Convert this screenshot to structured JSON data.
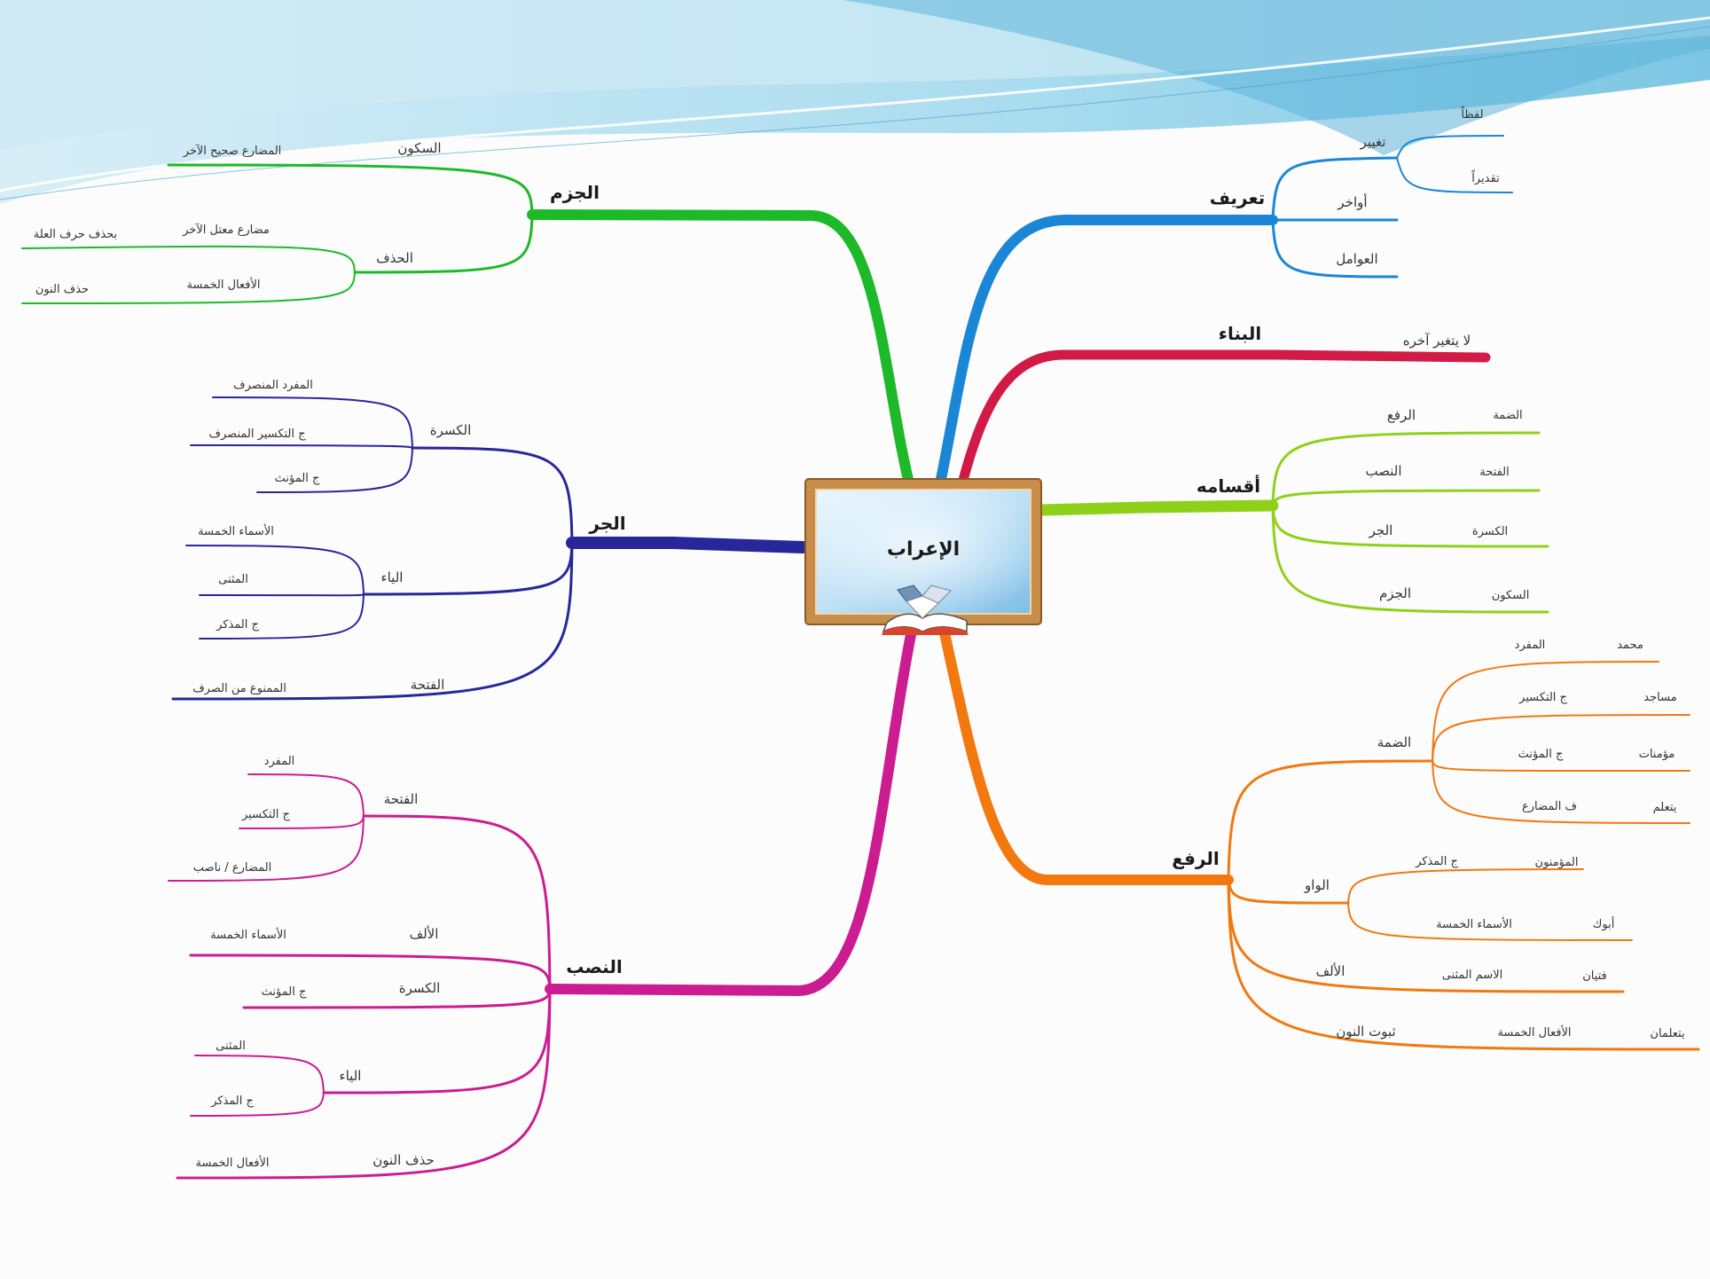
{
  "diagram": {
    "center": "الإعراب",
    "colors": {
      "tarif": "#1b86d6",
      "binaa": "#d11a45",
      "aqsam": "#8fd11a",
      "raf": "#f2780f",
      "nasb": "#cc1c92",
      "jarr": "#27279a",
      "jazm": "#1cba29",
      "header_light": "#bfe6f2",
      "header_dark": "#3e9cc9"
    },
    "branches": {
      "tarif": {
        "label": "تعريف",
        "taghyir": "تغيير",
        "lafzan": "لفظاً",
        "taqdiran": "تقديراً",
        "awakhir": "أواخر",
        "awamil": "العوامل"
      },
      "binaa": {
        "label": "البناء",
        "desc": "لا يتغير آخره"
      },
      "aqsam": {
        "label": "أقسامه",
        "rows": [
          {
            "name": "الرفع",
            "sign": "الضمة"
          },
          {
            "name": "النصب",
            "sign": "الفتحة"
          },
          {
            "name": "الجر",
            "sign": "الكسرة"
          },
          {
            "name": "الجزم",
            "sign": "السكون"
          }
        ]
      },
      "raf": {
        "label": "الرفع",
        "damma": "الضمة",
        "damma_items": [
          {
            "type": "المفرد",
            "ex": "محمد"
          },
          {
            "type": "ج التكسير",
            "ex": "مساجد"
          },
          {
            "type": "ج المؤنث",
            "ex": "مؤمنات"
          },
          {
            "type": "ف المضارع",
            "ex": "يتعلم"
          }
        ],
        "waw": "الواو",
        "waw_items": [
          {
            "type": "ج المذكر",
            "ex": "المؤمنون"
          },
          {
            "type": "الأسماء الخمسة",
            "ex": "أبوك"
          }
        ],
        "alif": "الألف",
        "alif_type": "الاسم المثنى",
        "alif_ex": "فتيان",
        "nun": "ثبوت النون",
        "nun_type": "الأفعال الخمسة",
        "nun_ex": "يتعلمان"
      },
      "nasb": {
        "label": "النصب",
        "fatha": "الفتحة",
        "fatha_items": [
          "المفرد",
          "ج التكسير",
          "المضارع / ناصب"
        ],
        "alif": "الألف",
        "alif_item": "الأسماء الخمسة",
        "kasra": "الكسرة",
        "kasra_item": "ج المؤنث",
        "yaa": "الياء",
        "yaa_items": [
          "المثنى",
          "ج المذكر"
        ],
        "hadhf": "حذف النون",
        "hadhf_item": "الأفعال الخمسة"
      },
      "jarr": {
        "label": "الجر",
        "kasra": "الكسرة",
        "kasra_items": [
          "المفرد المنصرف",
          "ج التكسير المنصرف",
          "ج المؤنث"
        ],
        "yaa": "الياء",
        "yaa_items": [
          "الأسماء الخمسة",
          "المثنى",
          "ج المذكر"
        ],
        "fatha": "الفتحة",
        "fatha_item": "الممنوع من الصرف"
      },
      "jazm": {
        "label": "الجزم",
        "sukun": "السكون",
        "sukun_item": "المضارع صحيح الآخر",
        "hadhf": "الحذف",
        "hadhf_items": [
          {
            "type": "مضارع معتل الآخر",
            "result": "بحذف حرف العلة"
          },
          {
            "type": "الأفعال الخمسة",
            "result": "حذف النون"
          }
        ]
      }
    }
  }
}
